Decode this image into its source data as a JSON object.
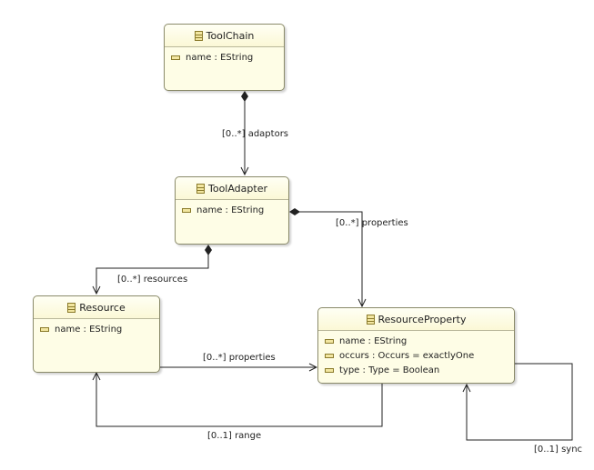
{
  "classes": {
    "toolchain": {
      "name": "ToolChain",
      "attributes": [
        "name : EString"
      ]
    },
    "tooladapter": {
      "name": "ToolAdapter",
      "attributes": [
        "name : EString"
      ]
    },
    "resource": {
      "name": "Resource",
      "attributes": [
        "name : EString"
      ]
    },
    "resourceproperty": {
      "name": "ResourceProperty",
      "attributes": [
        "name : EString",
        "occurs : Occurs = exactlyOne",
        "type : Type = Boolean"
      ]
    }
  },
  "references": {
    "adaptors": "[0..*] adaptors",
    "adapter_properties": "[0..*] properties",
    "resources": "[0..*] resources",
    "resource_properties": "[0..*] properties",
    "range": "[0..1] range",
    "sync": "[0..1] sync"
  }
}
